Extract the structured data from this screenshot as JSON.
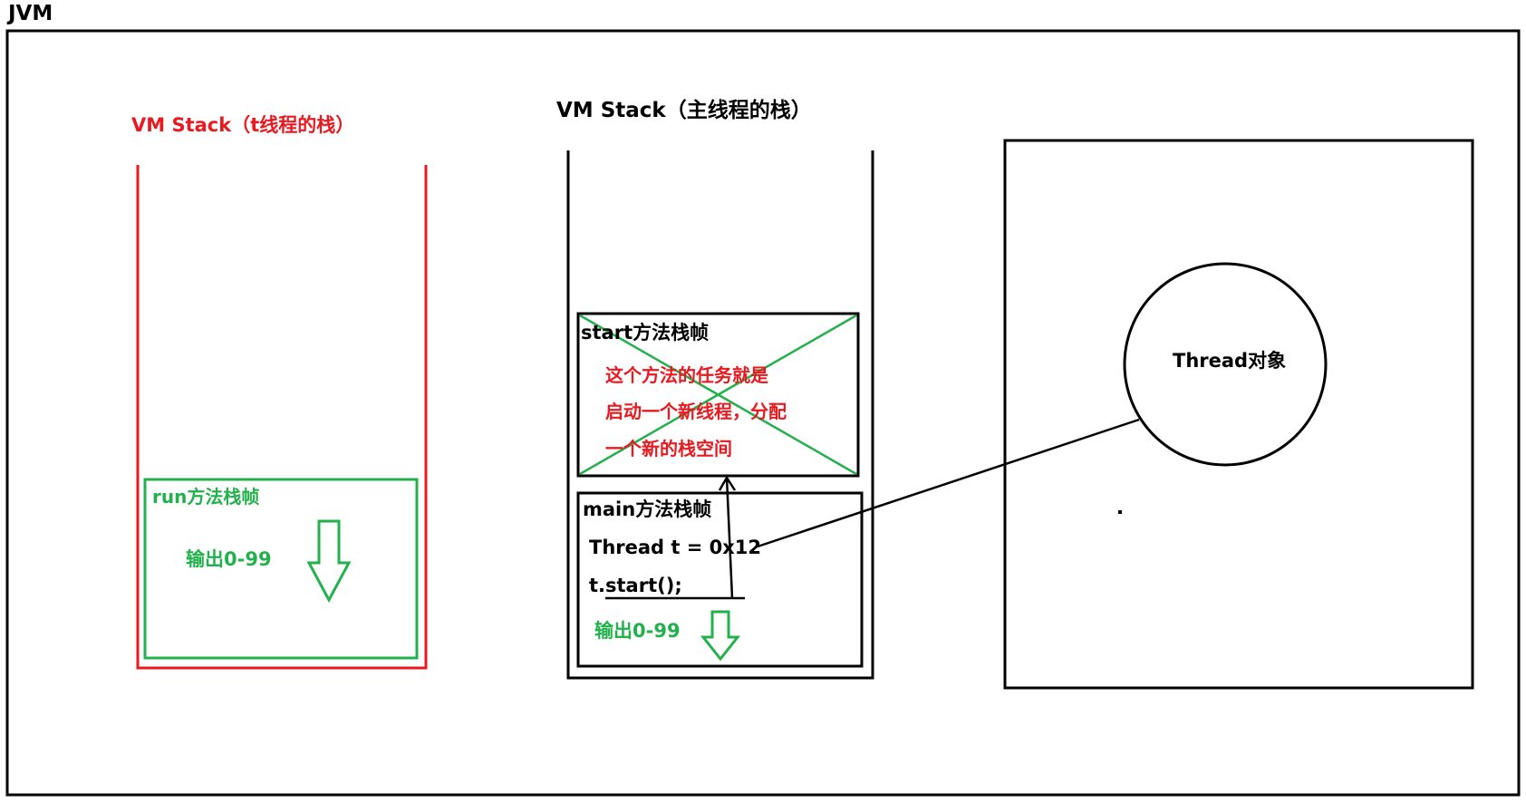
{
  "colors": {
    "red": "#e8191f",
    "green": "#22b14c",
    "black": "#000000",
    "background": "#ffffff"
  },
  "jvm": {
    "label": "JVM"
  },
  "t_thread_stack": {
    "title": "VM Stack（t线程的栈）",
    "frame": {
      "title": "run方法栈帧",
      "output": "输出0-99",
      "arrow_icon": "down-arrow-icon"
    }
  },
  "main_thread_stack": {
    "title": "VM Stack（主线程的栈）",
    "start_frame": {
      "title": "start方法栈帧",
      "description": [
        "这个方法的任务就是",
        "启动一个新线程，分配",
        "一个新的栈空间"
      ],
      "crossed_out": true
    },
    "main_frame": {
      "title": "main方法栈帧",
      "lines": [
        "Thread t = 0x12",
        "t.start();"
      ],
      "output": "输出0-99",
      "arrow_icon": "down-arrow-icon"
    }
  },
  "heap": {
    "object_label": "Thread对象"
  }
}
